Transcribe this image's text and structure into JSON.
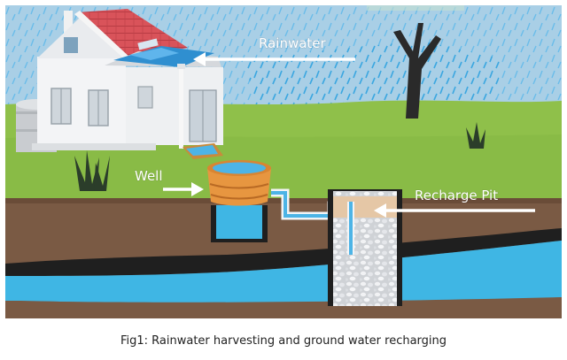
{
  "diagram": {
    "labels": {
      "rainwater": "Rainwater",
      "well": "Well",
      "recharge_pit": "Recharge Pit"
    },
    "colors": {
      "sky": "#a9cfe6",
      "grass": "#8fc04a",
      "soil": "#7a5a44",
      "rock_band": "#1f1f1f",
      "groundwater": "#3fb6e4",
      "roof": "#d9535a",
      "well_rim": "#e79640",
      "pit_sand": "#e5c7a6",
      "arrow": "#ffffff"
    }
  },
  "caption": "Fig1: Rainwater harvesting and ground water recharging"
}
